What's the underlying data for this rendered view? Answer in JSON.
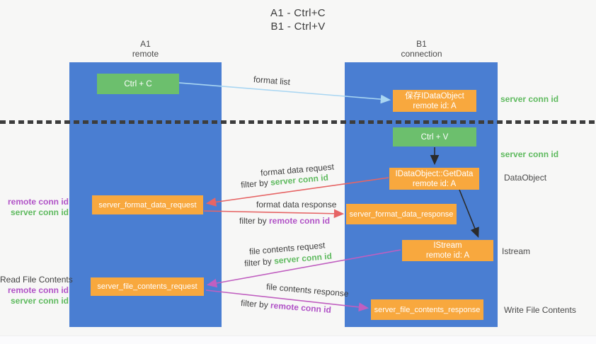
{
  "title": {
    "line1": "A1 - Ctrl+C",
    "line2": "B1 - Ctrl+V"
  },
  "columns": {
    "left": {
      "id": "A1",
      "role": "remote"
    },
    "right": {
      "id": "B1",
      "role": "connection"
    }
  },
  "nodes": {
    "ctrl_c": {
      "label": "Ctrl + C"
    },
    "save_idataobject": {
      "line1": "保存IDataObject",
      "line2": "remote id: A"
    },
    "ctrl_v": {
      "label": "Ctrl + V"
    },
    "getdata": {
      "line1": "IDataObject::GetData",
      "line2": "remote id: A"
    },
    "server_format_data_request": {
      "label": "server_format_data_request"
    },
    "server_format_data_response": {
      "label": "server_format_data_response"
    },
    "istream": {
      "line1": "IStream",
      "line2": "remote id: A"
    },
    "server_file_contents_request": {
      "label": "server_file_contents_request"
    },
    "server_file_contents_response": {
      "label": "server_file_contents_response"
    }
  },
  "arrow_labels": {
    "format_list": "format list",
    "format_data_request": "format data request",
    "format_data_response": "format data response",
    "file_contents_request": "file contents request",
    "file_contents_response": "file contents response",
    "filter_by": "filter by ",
    "server_conn_id": "server conn id",
    "remote_conn_id": "remote conn id"
  },
  "side_labels": {
    "server_conn_id_top": "server conn id",
    "server_conn_id_mid": "server conn id",
    "dataobject": "DataObject",
    "istream": "Istream",
    "write_file_contents": "Write File Contents",
    "read_file_contents": "Read File Contents",
    "remote_conn_id": "remote conn id",
    "server_conn_id": "server conn id"
  },
  "colors": {
    "column_blue": "#4a7ed2",
    "box_orange": "#f8a83e",
    "box_green": "#6cbf6d",
    "arrow_blue": "#a9d6f2",
    "arrow_red": "#e66565",
    "arrow_magenta": "#c05fc0",
    "arrow_black": "#2b2b2b",
    "text_green": "#5fba5f",
    "text_purple": "#b153c7"
  }
}
